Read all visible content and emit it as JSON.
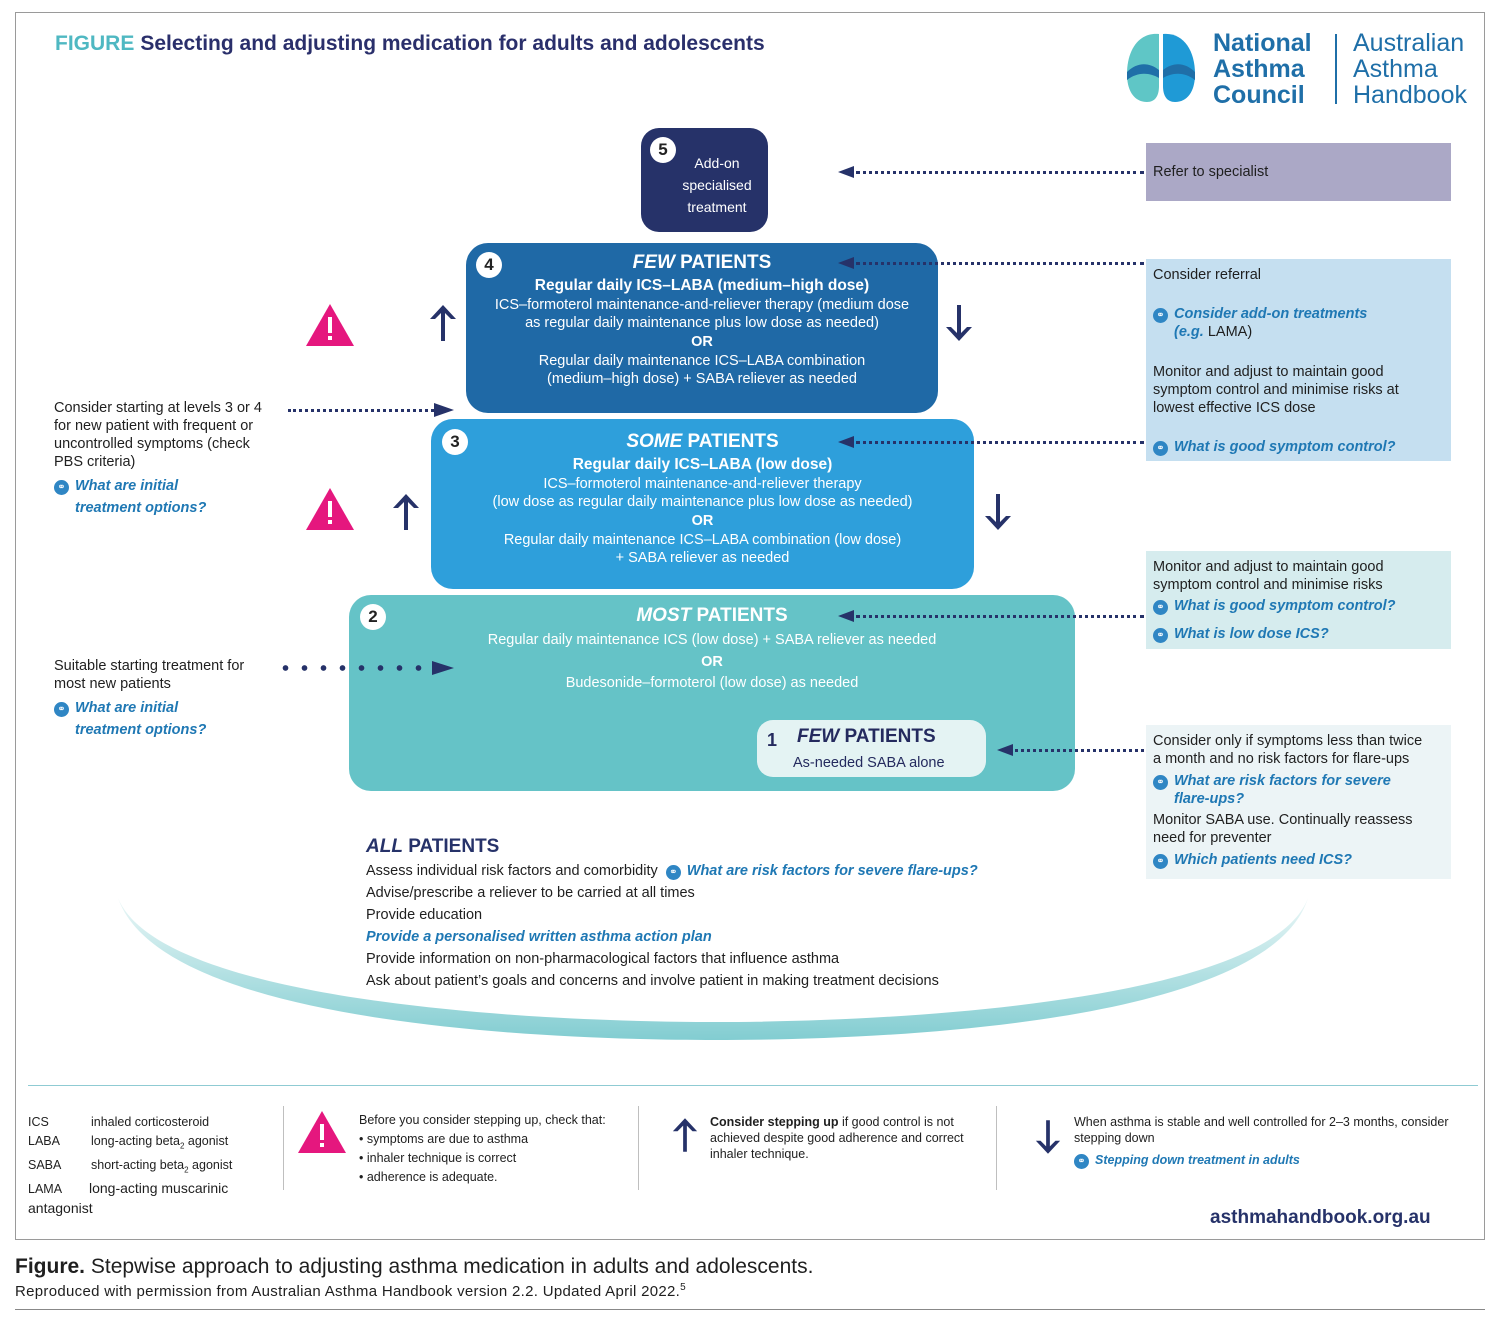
{
  "figure": {
    "label": "FIGURE",
    "title": "Selecting and adjusting medication for adults and adolescents"
  },
  "logo": {
    "org_lines": [
      "National",
      "Asthma",
      "Council"
    ],
    "handbook_lines": [
      "Australian",
      "Asthma",
      "Handbook"
    ],
    "colors": {
      "teal": "#5fc6c6",
      "blue": "#1f9ad6",
      "navy": "#1f6fa8"
    }
  },
  "steps": {
    "s5": {
      "number": "5",
      "text": "Add-on specialised treatment"
    },
    "s4": {
      "number": "4",
      "header_em": "FEW",
      "header_rest": "PATIENTS",
      "main": "Regular daily ICS–LABA (medium–high dose)",
      "line1": "ICS–formoterol maintenance-and-reliever therapy (medium dose",
      "line2": "as regular daily maintenance plus low dose as needed)",
      "or": "OR",
      "line3": "Regular daily maintenance ICS–LABA combination",
      "line4": "(medium–high dose) + SABA reliever as needed"
    },
    "s3": {
      "number": "3",
      "header_em": "SOME",
      "header_rest": "PATIENTS",
      "main": "Regular daily ICS–LABA (low dose)",
      "line1": "ICS–formoterol maintenance-and-reliever therapy",
      "line2": "(low dose as regular daily maintenance plus low dose as needed)",
      "or": "OR",
      "line3": "Regular daily maintenance ICS–LABA combination (low dose)",
      "line4": "+ SABA reliever as needed"
    },
    "s2": {
      "number": "2",
      "header_em": "MOST",
      "header_rest": "PATIENTS",
      "line1": "Regular daily maintenance ICS (low dose) + SABA reliever as needed",
      "or": "OR",
      "line2": "Budesonide–formoterol (low dose) as needed"
    },
    "s1": {
      "number": "1",
      "header_em": "FEW",
      "header_rest": "PATIENTS",
      "text": "As-needed SABA alone"
    }
  },
  "right": {
    "p5": {
      "text": "Refer to specialist"
    },
    "p4": {
      "referral": "Consider referral",
      "link1a": "Consider add-on treatments",
      "link1b": "(e.g.",
      "link1c": "LAMA",
      "link1d": ")",
      "monitor1": "Monitor and adjust to maintain good",
      "monitor2": "symptom control and minimise risks at",
      "monitor3": "lowest effective ICS dose",
      "link2": "What is good symptom control?"
    },
    "p2": {
      "monitor1": "Monitor and adjust to maintain good",
      "monitor2": "symptom control and minimise risks",
      "link1": "What is good symptom control?",
      "link2": "What is low dose ICS?"
    },
    "p1": {
      "consider1": "Consider only if symptoms less than twice",
      "consider2": "a month and no risk factors for flare-ups",
      "link1a": "What are risk factors for severe",
      "link1b": "flare-ups?",
      "monitor1": "Monitor SABA use. Continually reassess",
      "monitor2": "need for preventer",
      "link2": "Which patients need ICS?"
    }
  },
  "left": {
    "upper": {
      "line1": "Consider starting at levels 3 or 4",
      "line2": "for new patient with frequent or",
      "line3": "uncontrolled symptoms (check",
      "line4": "PBS criteria)",
      "link_a": "What are initial",
      "link_b": "treatment options?"
    },
    "lower": {
      "line1": "Suitable starting treatment for",
      "line2": "most new patients",
      "link_a": "What are initial",
      "link_b": "treatment options?"
    }
  },
  "all_patients": {
    "header_em": "ALL",
    "header_rest": "PATIENTS",
    "item1": "Assess individual risk factors and comorbidity",
    "item1_link": "What are risk factors for severe flare-ups?",
    "item2": "Advise/prescribe a reliever to be carried at all times",
    "item3": "Provide education",
    "item4": "Provide a personalised written asthma action plan",
    "item5": "Provide information on non-pharmacological factors that influence asthma",
    "item6": "Ask about patient’s goals and concerns and involve patient in making treatment decisions"
  },
  "legend": {
    "abbr": [
      {
        "abbr": "ICS",
        "meaning": "inhaled corticosteroid"
      },
      {
        "abbr": "LABA",
        "meaning_a": "long-acting beta",
        "sub": "2",
        "meaning_b": " agonist"
      },
      {
        "abbr": "SABA",
        "meaning_a": "short-acting beta",
        "sub": "2",
        "meaning_b": " agonist"
      },
      {
        "abbr": "LAMA",
        "meaning": "long-acting muscarinic antagonist"
      }
    ],
    "check_title": "Before you consider stepping up, check that:",
    "check1": "symptoms are due to asthma",
    "check2": "inhaler technique is correct",
    "check3": "adherence is adequate.",
    "stepup_bold": "Consider stepping up",
    "stepup_rest1": " if good control is not",
    "stepup_rest2": "achieved despite good adherence and correct",
    "stepup_rest3": "inhaler technique.",
    "stepdown1": "When asthma is stable and well controlled for 2–3 months, consider",
    "stepdown2": "stepping down",
    "stepdown_link": "Stepping down treatment in adults"
  },
  "url": "asthmahandbook.org.au",
  "caption": {
    "bold": "Figure.",
    "text": " Stepwise approach to adjusting asthma medication in adults and adolescents.",
    "credit": "Reproduced with permission from Australian Asthma Handbook version 2.2. Updated April 2022.",
    "credit_ref": "5"
  },
  "icons": {
    "warning": "warning-triangle-icon",
    "link": "link-icon",
    "step_up": "arrow-up-icon",
    "step_down": "arrow-down-icon"
  },
  "colors": {
    "step5": "#263269",
    "step4": "#1f69a6",
    "step3": "#2e9fdb",
    "step2": "#65c3c7",
    "warning": "#e5177e",
    "link": "#1f78b4",
    "navy": "#263269"
  }
}
